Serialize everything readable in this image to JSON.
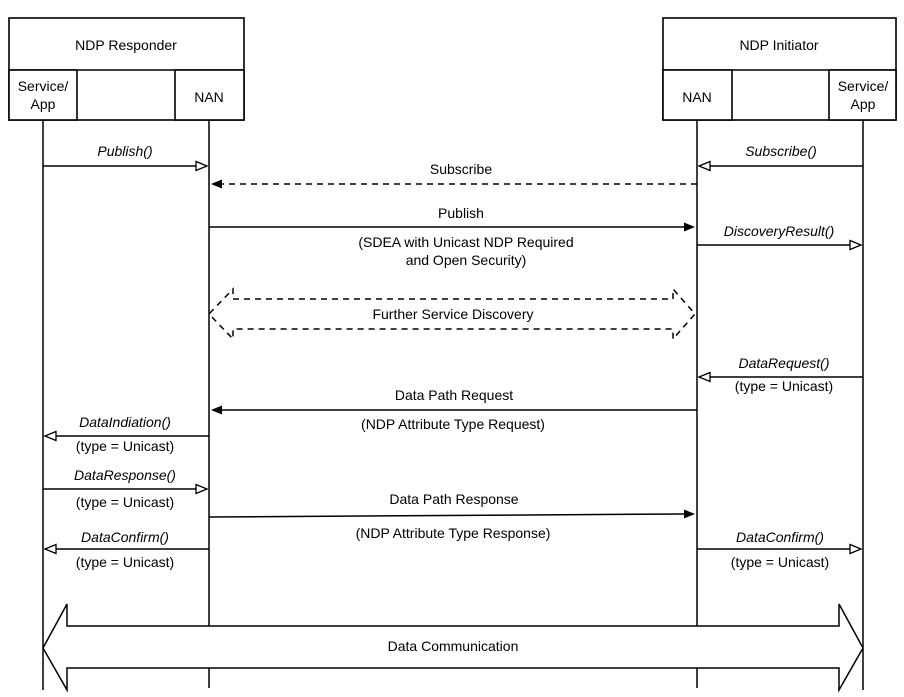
{
  "participants": {
    "responder": {
      "title": "NDP Responder",
      "service_app": "Service/\nApp",
      "nan": "NAN"
    },
    "initiator": {
      "title": "NDP Initiator",
      "service_app": "Service/\nApp",
      "nan": "NAN"
    }
  },
  "messages": {
    "publish_call": "Publish()",
    "subscribe_call": "Subscribe()",
    "subscribe_frame": "Subscribe",
    "publish_frame": "Publish",
    "publish_note_1": "(SDEA with Unicast NDP Required",
    "publish_note_2": "and Open Security)",
    "discovery_result": "DiscoveryResult()",
    "further_discovery": "Further Service Discovery",
    "data_request": "DataRequest()",
    "data_request_type": "(type = Unicast)",
    "data_path_request": "Data Path Request",
    "data_path_request_note": "(NDP Attribute Type Request)",
    "data_indication": "DataIndiation()",
    "data_indication_type": "(type = Unicast)",
    "data_response": "DataResponse()",
    "data_response_type": "(type = Unicast)",
    "data_path_response": "Data Path Response",
    "data_path_response_note": "(NDP Attribute Type Response)",
    "data_confirm_left": "DataConfirm()",
    "data_confirm_left_type": "(type = Unicast)",
    "data_confirm_right": "DataConfirm()",
    "data_confirm_right_type": "(type = Unicast)",
    "data_communication": "Data Communication"
  }
}
